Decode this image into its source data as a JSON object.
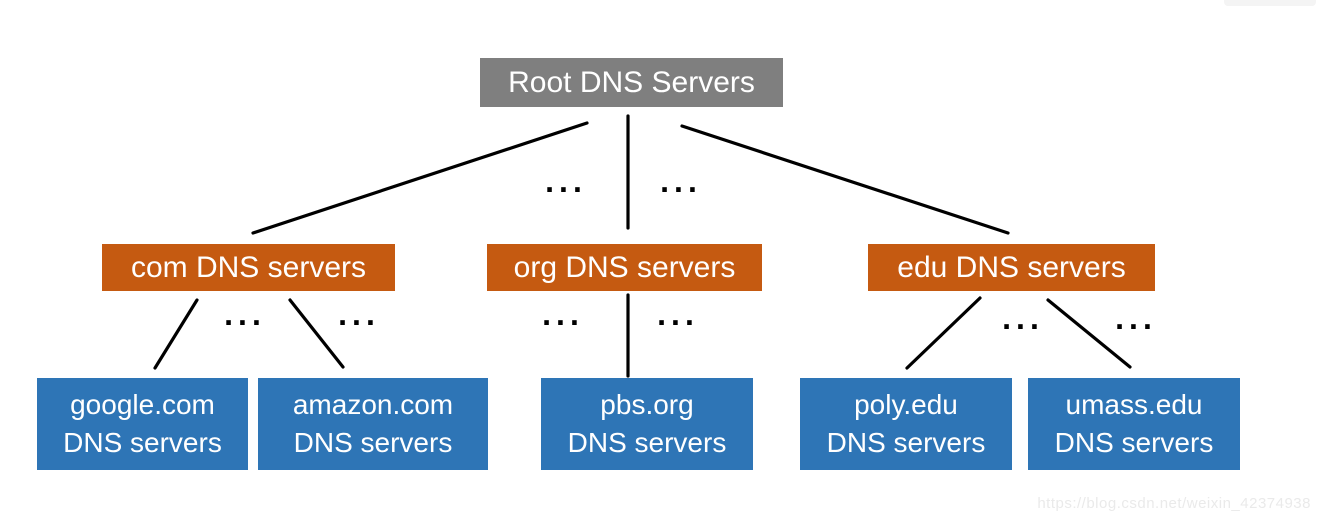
{
  "colors": {
    "root_node": "#7f7f7f",
    "tld_node": "#c55a11",
    "authoritative_node": "#2e75b6",
    "node_text": "#ffffff",
    "line": "#000000",
    "watermark": "#eaeaea"
  },
  "nodes": {
    "root": {
      "label": "Root DNS Servers"
    },
    "tld": [
      {
        "label": "com DNS servers"
      },
      {
        "label": "org DNS servers"
      },
      {
        "label": "edu DNS servers"
      }
    ],
    "authoritative": [
      {
        "line1": "google.com",
        "line2": "DNS servers"
      },
      {
        "line1": "amazon.com",
        "line2": "DNS servers"
      },
      {
        "line1": "pbs.org",
        "line2": "DNS servers"
      },
      {
        "line1": "poly.edu",
        "line2": "DNS servers"
      },
      {
        "line1": "umass.edu",
        "line2": "DNS servers"
      }
    ]
  },
  "ellipsis": "...",
  "watermark": "https://blog.csdn.net/weixin_42374938"
}
